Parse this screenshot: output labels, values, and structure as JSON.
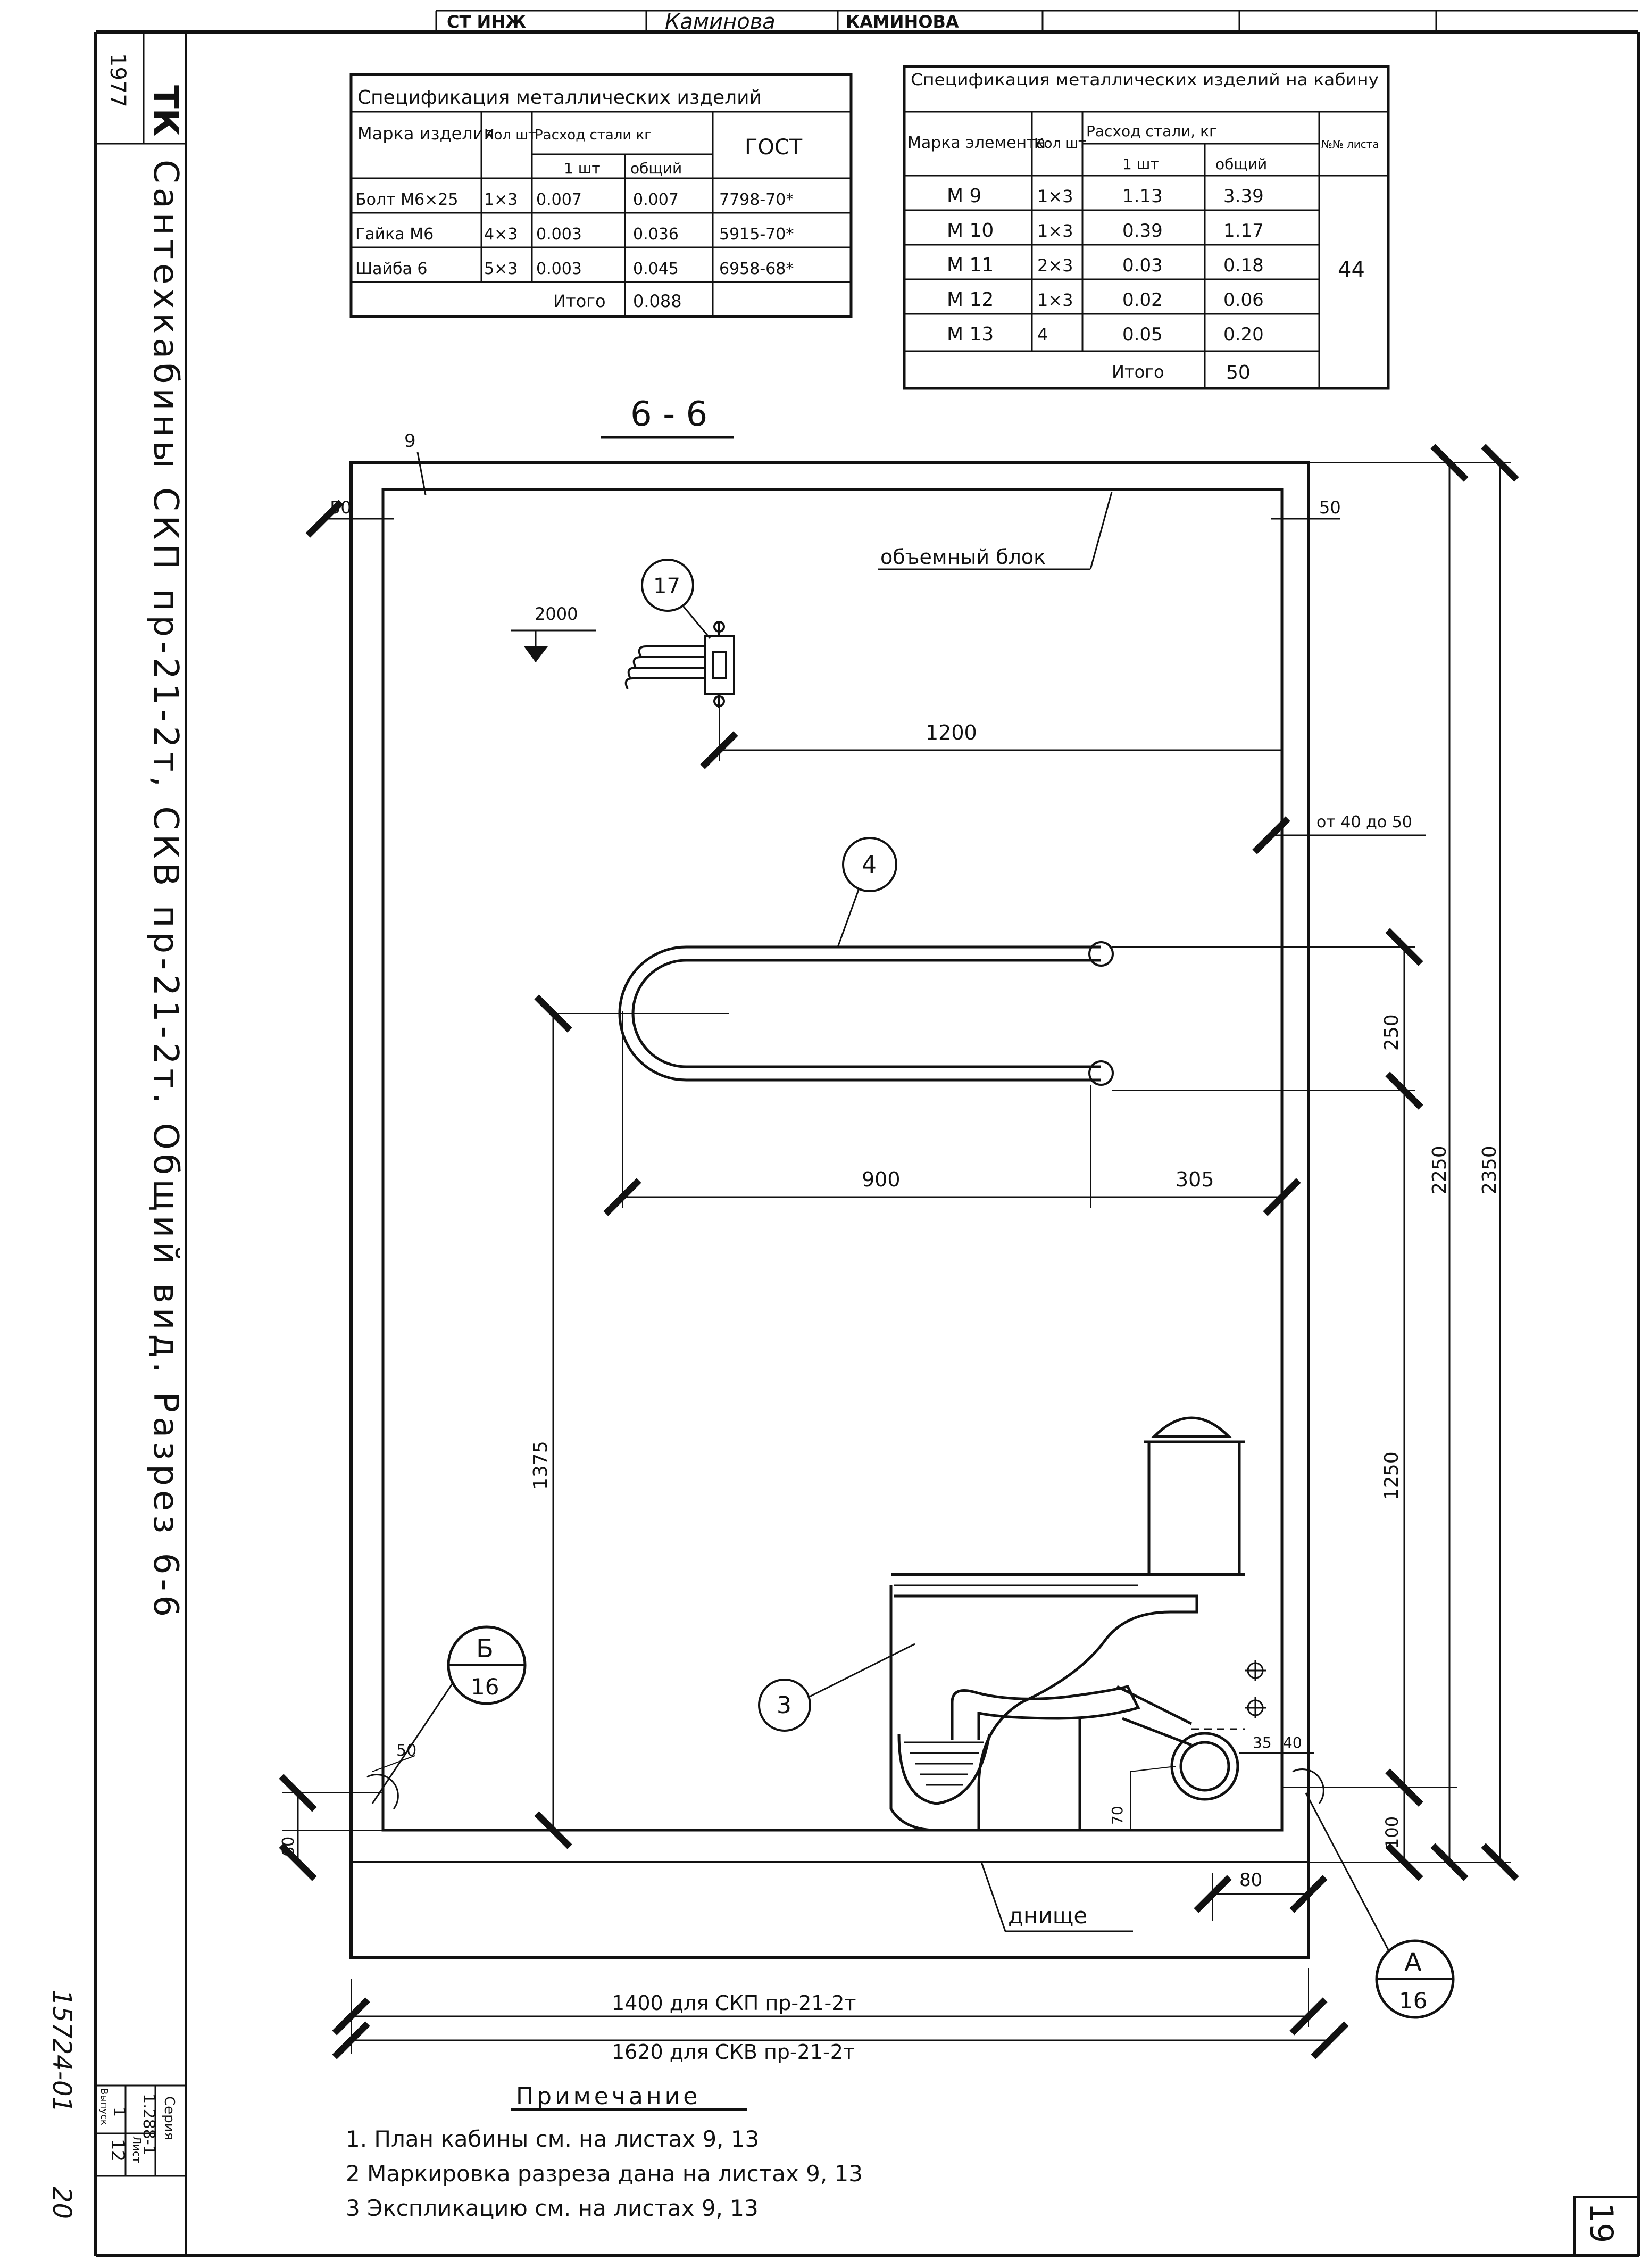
{
  "title_block": {
    "role": "СТ ИНЖ",
    "signature": "Каминова",
    "name": "КАМИНОВА",
    "stamp_tk": "ТК",
    "stamp_year": "1977",
    "vertical_title": "Сантехкабины СКП пр-21-2т, СКВ пр-21-2т. Общий вид. Разрез 6-6",
    "sheet_number": "19",
    "series_label": "Серия",
    "series": "1.288-1",
    "issue_label": "Выпуск",
    "issue": "1",
    "list_label": "Лист",
    "list": "12",
    "doc_number": "15724-01",
    "doc_page": "20"
  },
  "spec_left": {
    "title": "Спецификация металлических изделий",
    "headers": {
      "mark": "Марка изделия",
      "qty": "Кол шт",
      "steel": "Расход стали кг",
      "per_unit": "1 шт",
      "total": "общий",
      "gost": "ГОСТ"
    },
    "rows": [
      {
        "mark": "Болт М6×25",
        "qty": "1×3",
        "per_unit": "0.007",
        "total": "0.007",
        "gost": "7798-70*"
      },
      {
        "mark": "Гайка М6",
        "qty": "4×3",
        "per_unit": "0.003",
        "total": "0.036",
        "gost": "5915-70*"
      },
      {
        "mark": "Шайба 6",
        "qty": "5×3",
        "per_unit": "0.003",
        "total": "0.045",
        "gost": "6958-68*"
      }
    ],
    "total_label": "Итого",
    "total_value": "0.088"
  },
  "spec_right": {
    "title": "Спецификация металлических изделий на кабину",
    "headers": {
      "mark": "Марка элемента",
      "qty": "Кол шт",
      "steel": "Расход стали, кг",
      "per_unit": "1 шт",
      "total": "общий",
      "sheet": "№№ листа"
    },
    "rows": [
      {
        "mark": "М 9",
        "qty": "1×3",
        "per_unit": "1.13",
        "total": "3.39"
      },
      {
        "mark": "М 10",
        "qty": "1×3",
        "per_unit": "0.39",
        "total": "1.17"
      },
      {
        "mark": "М 11",
        "qty": "2×3",
        "per_unit": "0.03",
        "total": "0.18"
      },
      {
        "mark": "М 12",
        "qty": "1×3",
        "per_unit": "0.02",
        "total": "0.06"
      },
      {
        "mark": "М 13",
        "qty": "4",
        "per_unit": "0.05",
        "total": "0.20"
      }
    ],
    "sheet_ref": "44",
    "total_label": "Итого",
    "total_value": "50"
  },
  "section_title": "6 - 6",
  "drawing": {
    "label_volume_block": "объемный блок",
    "label_bottom": "днище",
    "dim_9": "9",
    "dim_50_left": "50",
    "dim_50_right": "50",
    "dim_2000": "2000",
    "dim_1200": "1200",
    "dim_40_50": "от 40 до 50",
    "dim_250": "250",
    "dim_900": "900",
    "dim_305": "305",
    "dim_2250": "2250",
    "dim_2350": "2350",
    "dim_1375": "1375",
    "dim_1250": "1250",
    "dim_50_lower": "50",
    "dim_60": "60",
    "dim_35": "35",
    "dim_40": "40",
    "dim_70": "70",
    "dim_80": "80",
    "dim_100": "100",
    "dim_width_1": "1400 для СКП пр-21-2т",
    "dim_width_2": "1620 для СКВ пр-21-2т",
    "callout_17": "17",
    "callout_4": "4",
    "callout_3": "3",
    "callout_b_top": "Б",
    "callout_b_bottom": "16",
    "callout_a_top": "А",
    "callout_a_bottom": "16"
  },
  "notes": {
    "heading": "Примечание",
    "items": [
      "1. План кабины см. на листах 9, 13",
      "2 Маркировка разреза дана на листах 9, 13",
      "3 Экспликацию см. на листах 9, 13"
    ]
  }
}
